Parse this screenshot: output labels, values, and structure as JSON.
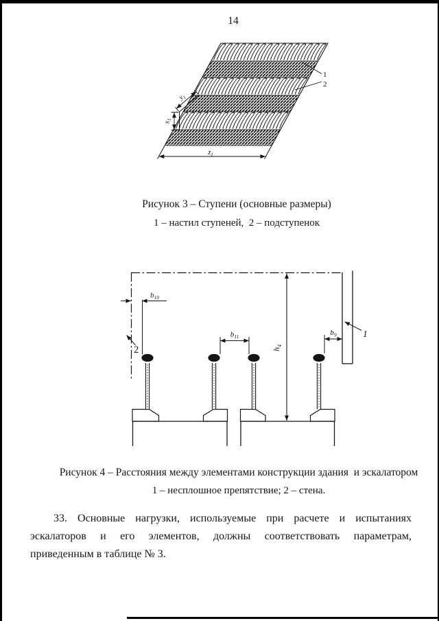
{
  "page": {
    "number": "14"
  },
  "figure3": {
    "caption": "Рисунок 3 – Ступени (основные размеры)",
    "legend": "1 – настил ступеней,  2 – подступенок",
    "callouts": {
      "n1": "1",
      "n2": "2"
    },
    "dims": {
      "y1": {
        "base": "y",
        "sub": "1"
      },
      "x1": {
        "base": "x",
        "sub": "1"
      },
      "z1": {
        "base": "z",
        "sub": "1"
      }
    }
  },
  "figure4": {
    "caption": "Рисунок 4 – Расстояния между элементами конструкции здания  и эскалатором",
    "legend": "1 – несплошное препятствие; 2 – стена.",
    "callouts": {
      "n1": "1",
      "n2": "2"
    },
    "dims": {
      "b10": {
        "base": "b",
        "sub": "10"
      },
      "b11": {
        "base": "b",
        "sub": "11"
      },
      "b9": {
        "base": "b",
        "sub": "9"
      },
      "h4": {
        "base": "h",
        "sub": "4"
      }
    }
  },
  "paragraph": {
    "lines": [
      "33. Основные нагрузки, используемые при расчете и испытаниях",
      "эскалаторов и его элементов, должны соответствовать параметрам,",
      "приведенным в таблице № 3."
    ]
  }
}
